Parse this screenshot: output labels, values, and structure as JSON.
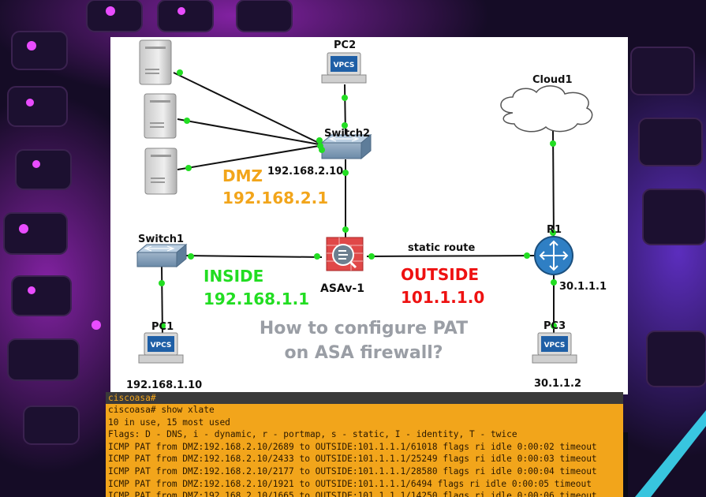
{
  "colors": {
    "dmz": "#f2a51b",
    "inside": "#22dd22",
    "outside": "#ee1111",
    "link_dot": "#22dd22",
    "terminal_bg": "#f2a51b",
    "caption": "#9a9ea5"
  },
  "devices": {
    "pc2": "PC2",
    "pc1": "PC1",
    "pc3": "PC3",
    "switch1": "Switch1",
    "switch2": "Switch2",
    "asa": "ASAv-1",
    "router": "R1",
    "cloud": "Cloud1",
    "vpcs_badge": "VPCS"
  },
  "addresses": {
    "pc1_ip": "192.168.1.10",
    "pc3_ip": "30.1.1.2",
    "r1_ip": "30.1.1.1",
    "dmz_server_ip": "192.168.2.10"
  },
  "zones": {
    "dmz_name": "DMZ",
    "dmz_net": "192.168.2.1",
    "inside_name": "INSIDE",
    "inside_net": "192.168.1.1",
    "outside_name": "OUTSIDE",
    "outside_net": "101.1.1.0"
  },
  "link_label": "static route",
  "caption": {
    "line1": "How to configure PAT",
    "line2": "on ASA firewall?"
  },
  "terminal": {
    "title": "ciscoasa#",
    "lines": [
      "ciscoasa# show xlate",
      "10 in use, 15 most used",
      "Flags: D - DNS, i - dynamic, r - portmap, s - static, I - identity, T - twice",
      "ICMP PAT from DMZ:192.168.2.10/2689 to OUTSIDE:101.1.1.1/61018 flags ri idle 0:00:02 timeout",
      "ICMP PAT from DMZ:192.168.2.10/2433 to OUTSIDE:101.1.1.1/25249 flags ri idle 0:00:03 timeout",
      "ICMP PAT from DMZ:192.168.2.10/2177 to OUTSIDE:101.1.1.1/28580 flags ri idle 0:00:04 timeout",
      "ICMP PAT from DMZ:192.168.2.10/1921 to OUTSIDE:101.1.1.1/6494 flags ri idle 0:00:05 timeout",
      "ICMP PAT from DMZ:192.168.2.10/1665 to OUTSIDE:101.1.1.1/14250 flags ri idle 0:00:06 timeout"
    ]
  }
}
